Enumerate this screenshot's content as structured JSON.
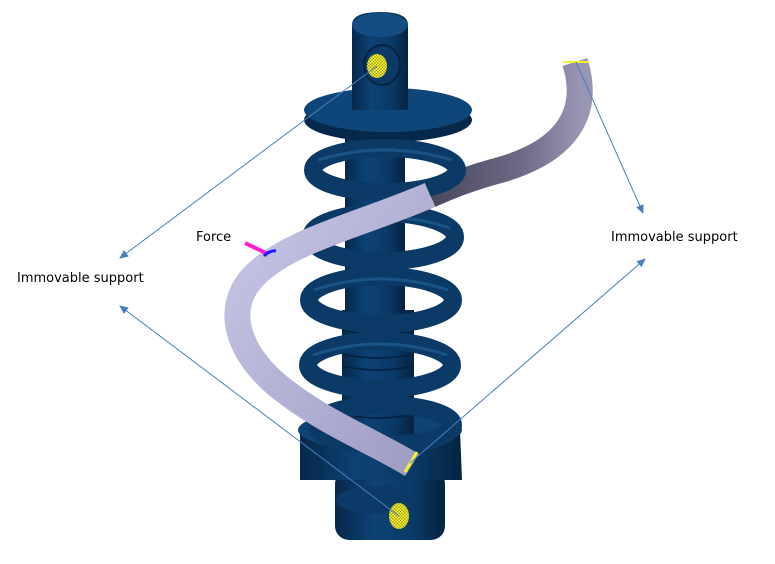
{
  "labels": {
    "force": "Force",
    "support_left": "Immovable support",
    "support_right": "Immovable support"
  },
  "colors": {
    "body": "#0b3a66",
    "body_dark": "#062745",
    "body_light": "#1d5a8f",
    "tube": "#b9b7d9",
    "tube_dark": "#5c5a78",
    "arrow": "#4a7fc1",
    "mesh": "#f5f02a",
    "force": "#ff1ccf"
  },
  "icons": {
    "support_marker": "mesh-ellipse",
    "force_marker": "force-arrow"
  }
}
